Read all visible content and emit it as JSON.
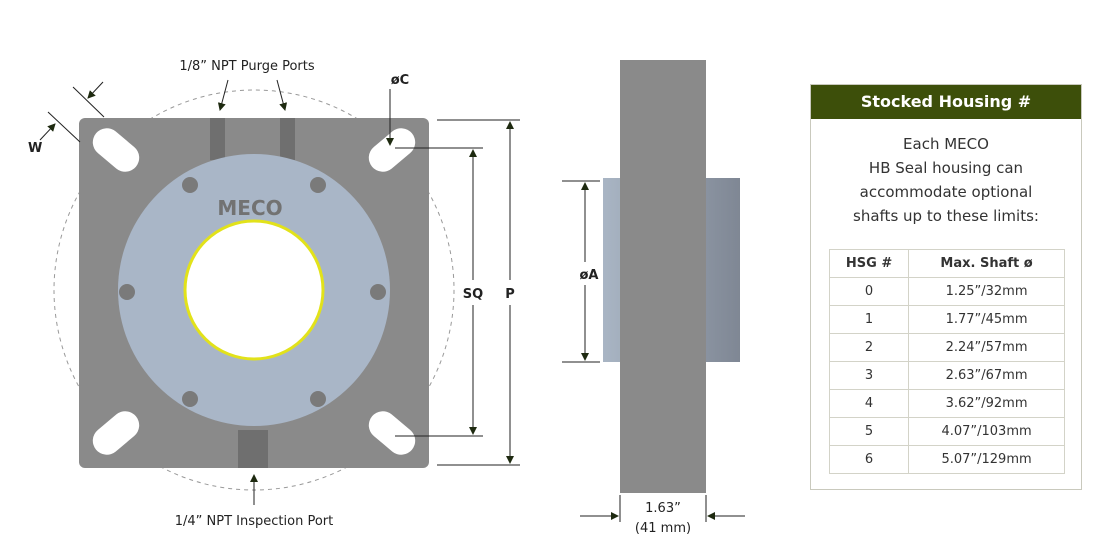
{
  "diagram": {
    "purge_ports_label": "1/8” NPT Purge Ports",
    "inspection_port_label": "1/4” NPT Inspection Port",
    "dim_w": "W",
    "dim_c": "øC",
    "dim_sq": "SQ",
    "dim_p": "P",
    "dim_a": "øA",
    "width_in": "1.63”",
    "width_mm": "(41 mm)",
    "logo": "MECO"
  },
  "panel": {
    "title": "Stocked Housing #",
    "description_lines": [
      "Each MECO",
      "HB Seal housing can",
      "accommodate optional",
      "shafts up to these limits:"
    ],
    "headers": [
      "HSG #",
      "Max. Shaft ø"
    ],
    "rows": [
      [
        "0",
        "1.25”/32mm"
      ],
      [
        "1",
        "1.77”/45mm"
      ],
      [
        "2",
        "2.24”/57mm"
      ],
      [
        "3",
        "2.63”/67mm"
      ],
      [
        "4",
        "3.62”/92mm"
      ],
      [
        "5",
        "4.07”/103mm"
      ],
      [
        "6",
        "5.07”/129mm"
      ]
    ],
    "header_color": "#3d4f0a"
  }
}
